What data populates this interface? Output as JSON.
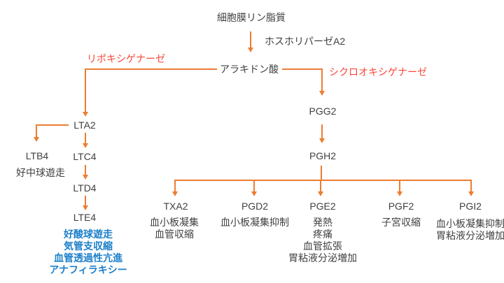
{
  "diagram": {
    "nodes": {
      "phospholipid": "細胞膜リン脂質",
      "phospholipase": "ホスホリパーゼA2",
      "arachidonic_acid": "アラキドン酸",
      "lipoxygenase": "リポキシゲナーゼ",
      "cyclooxygenase": "シクロオキシゲナーゼ",
      "lta2": "LTA2",
      "ltb4": "LTB4",
      "ltb4_effect": "好中球遊走",
      "ltc4": "LTC4",
      "ltd4": "LTD4",
      "lte4": "LTE4",
      "lte4_effects": [
        "好酸球遊走",
        "気管支収縮",
        "血管透過性亢進",
        "アナフィラキシー"
      ],
      "pgg2": "PGG2",
      "pgh2": "PGH2",
      "txa2": "TXA2",
      "txa2_effects": [
        "血小板凝集",
        "血管収縮"
      ],
      "pgd2": "PGD2",
      "pgd2_effects": [
        "血小板凝集抑制"
      ],
      "pge2": "PGE2",
      "pge2_effects": [
        "発熱",
        "疼痛",
        "血管拡張",
        "胃粘液分泌増加"
      ],
      "pgf2": "PGF2",
      "pgf2_effects": [
        "子宮収縮"
      ],
      "pgi2": "PGI2",
      "pgi2_effects": [
        "血小板凝集抑制",
        "胃粘液分泌増加"
      ]
    },
    "colors": {
      "connector_orange": "#ed7d31",
      "enzyme_red": "#f8473a",
      "effect_blue": "#1c7fc9",
      "text": "#404040",
      "background": "#ffffff"
    }
  }
}
